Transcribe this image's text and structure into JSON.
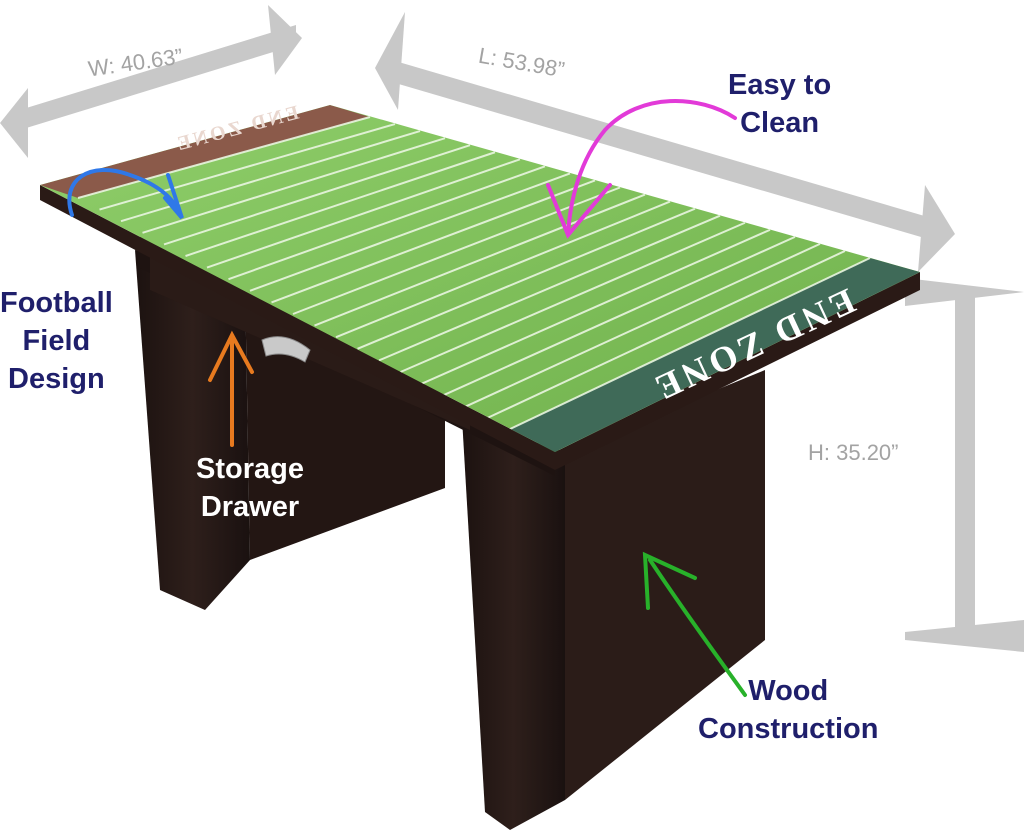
{
  "dimensions": {
    "width": "W: 40.63”",
    "length": "L: 53.98”",
    "height": "H: 35.20”"
  },
  "features": {
    "easy_clean": [
      "Easy to",
      "Clean"
    ],
    "football_field": [
      "Football",
      "Field",
      "Design"
    ],
    "storage_drawer": [
      "Storage",
      "Drawer"
    ],
    "wood_construction": [
      "Wood",
      "Construction"
    ]
  },
  "field": {
    "end_zone_text": "END ZONE"
  },
  "colors": {
    "field_green": "#7fc05a",
    "end_zone_far": "#8b5a4a",
    "end_zone_near": "#3f6a58",
    "wood": "#2a1a16",
    "dimension_gray": "#c8c8c8",
    "label_navy": "#1f1f6b",
    "arrow_blue": "#2f78e8",
    "arrow_magenta": "#e23ad8",
    "arrow_orange": "#e77a1f",
    "arrow_green": "#28b12a"
  }
}
